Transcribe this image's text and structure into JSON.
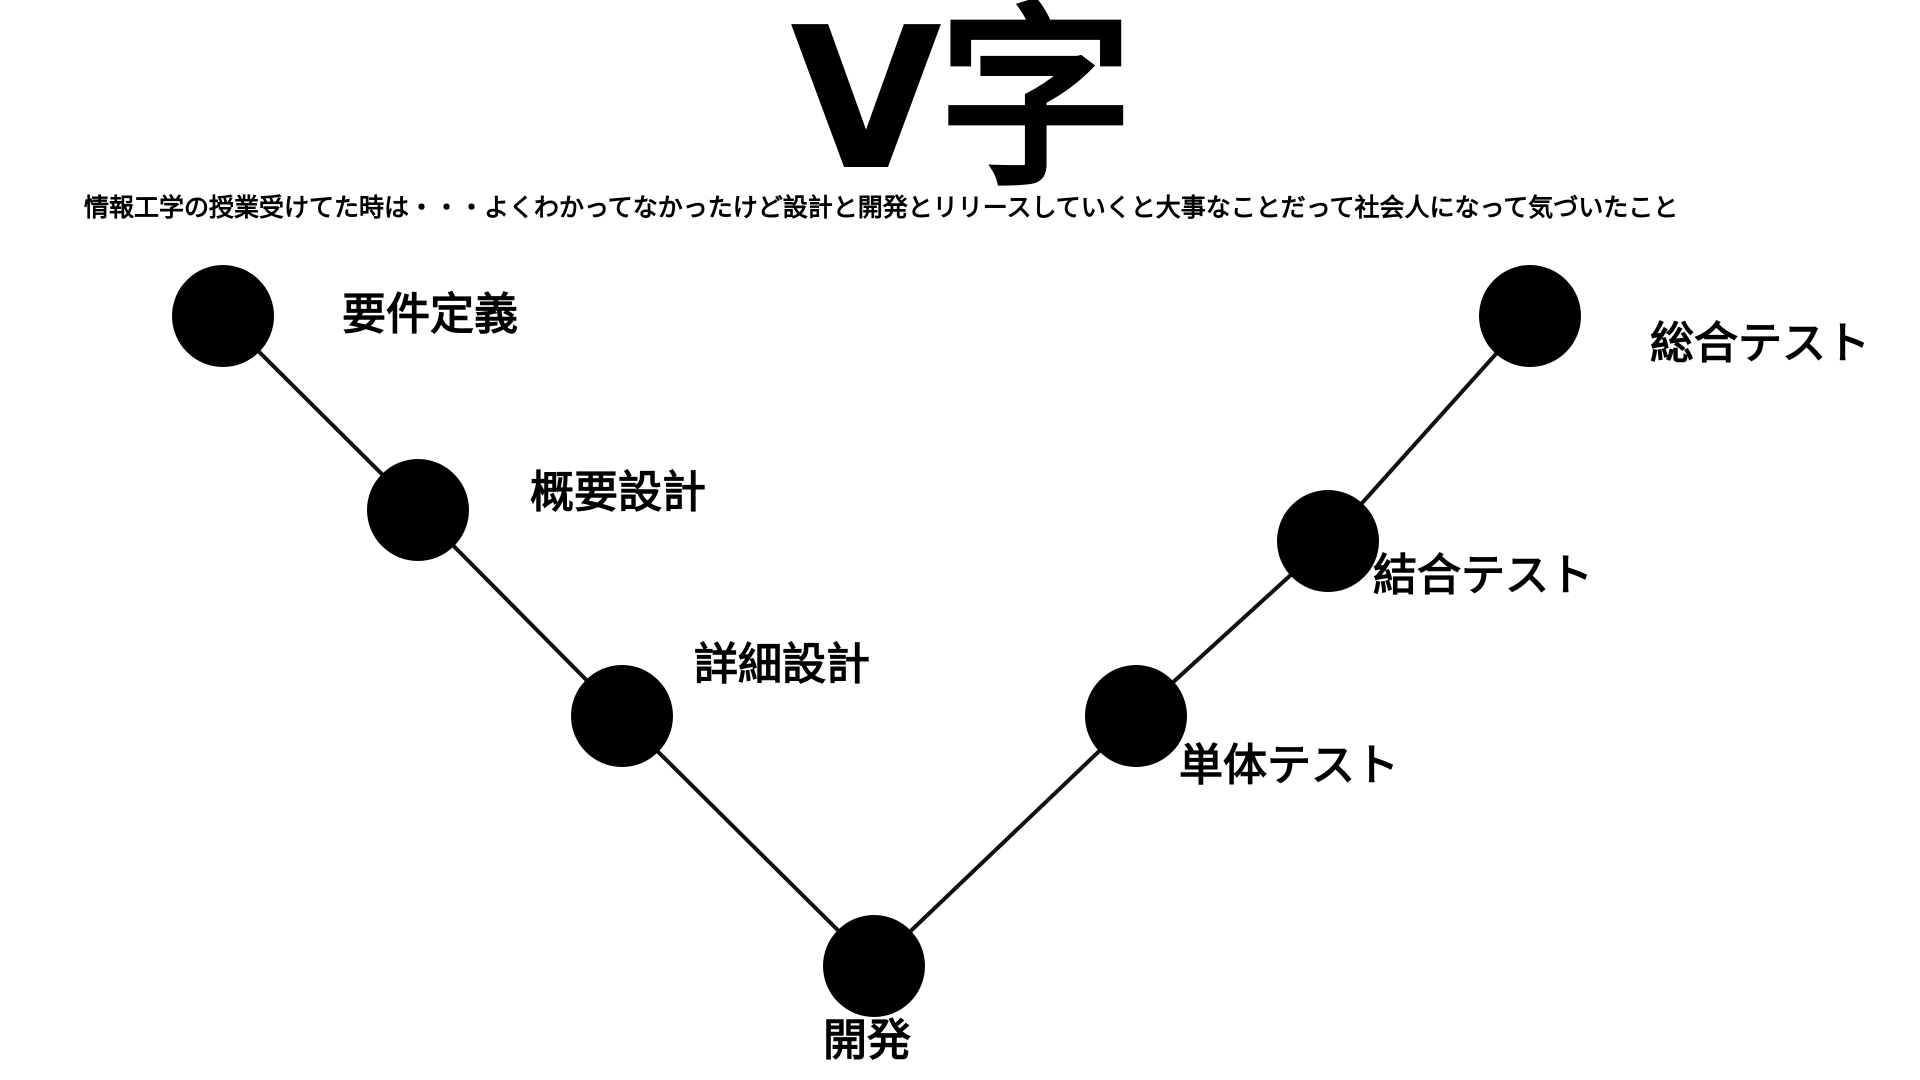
{
  "title": "V字",
  "subtitle": "情報工学の授業受けてた時は・・・よくわかってなかったけど設計と開発とリリースしていくと大事なことだって社会人になって気づいたこと",
  "stages": [
    {
      "id": "requirements",
      "label": "要件定義"
    },
    {
      "id": "basic-design",
      "label": "概要設計"
    },
    {
      "id": "detailed-design",
      "label": "詳細設計"
    },
    {
      "id": "development",
      "label": "開発"
    },
    {
      "id": "unit-test",
      "label": "単体テスト"
    },
    {
      "id": "integration-test",
      "label": "結合テスト"
    },
    {
      "id": "system-test",
      "label": "総合テスト"
    }
  ],
  "colors": {
    "node": "#000000",
    "line": "#111111",
    "background": "#ffffff"
  }
}
